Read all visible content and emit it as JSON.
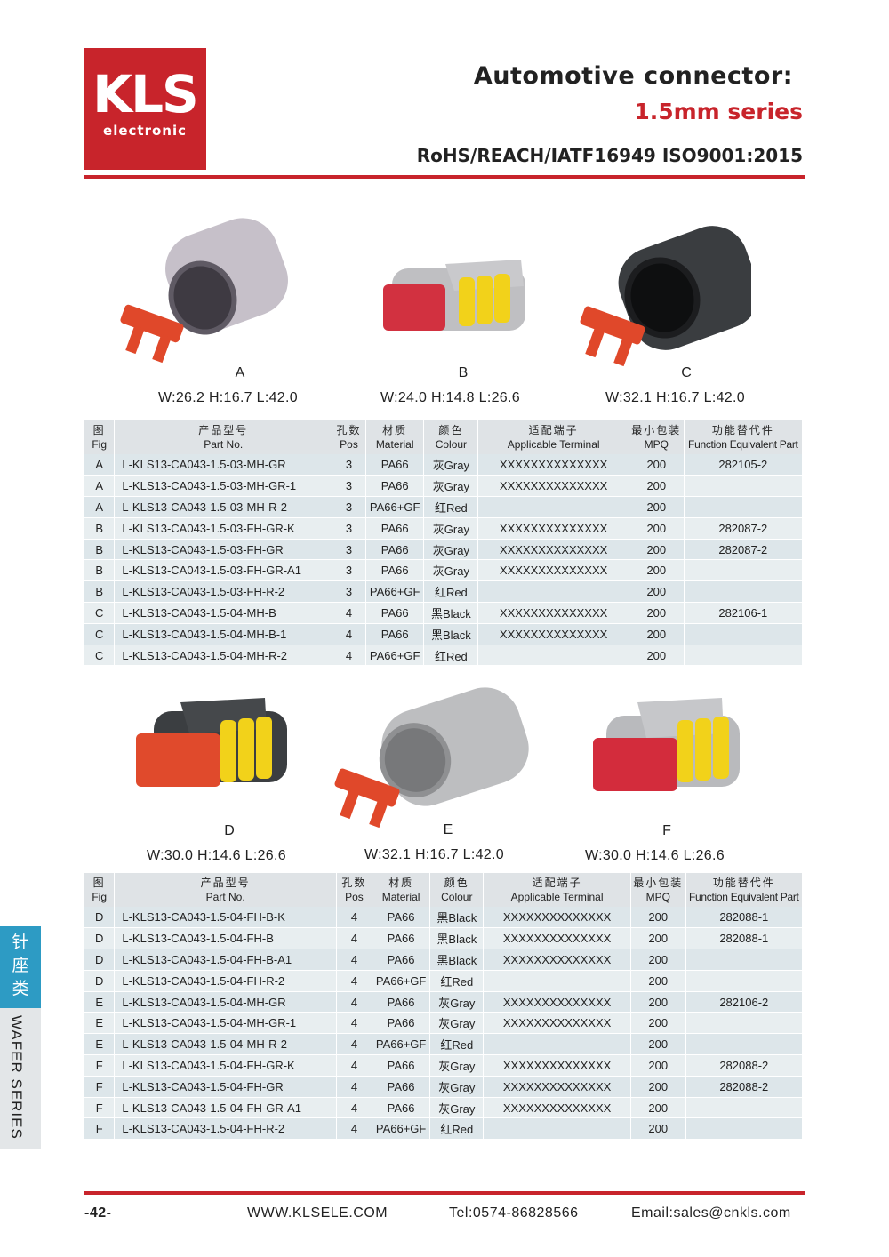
{
  "brand": {
    "logo_mark": "KLS",
    "logo_sub": "electronic",
    "accent": "#c8242b"
  },
  "header": {
    "title": "Automotive connector:",
    "subtitle": "1.5mm series",
    "certifications": "RoHS/REACH/IATF16949 ISO9001:2015"
  },
  "figures_top": [
    {
      "label": "A",
      "dims": "W:26.2  H:16.7   L:42.0"
    },
    {
      "label": "B",
      "dims": "W:24.0   H:14.8   L:26.6"
    },
    {
      "label": "C",
      "dims": "W:32.1  H:16.7   L:42.0"
    }
  ],
  "figures_bottom": [
    {
      "label": "D",
      "dims": "W:30.0  H:14.6   L:26.6"
    },
    {
      "label": "E",
      "dims": "W:32.1    H:16.7   L:42.0"
    },
    {
      "label": "F",
      "dims": "W:30.0  H:14.6   L:26.6"
    }
  ],
  "table_headers": {
    "fig_cn": "图",
    "fig_en": "Fig",
    "part_cn": "产品型号",
    "part_en": "Part No.",
    "pos_cn": "孔数",
    "pos_en": "Pos",
    "mat_cn": "材质",
    "mat_en": "Material",
    "col_cn": "颜色",
    "col_en": "Colour",
    "term_cn": "适配端子",
    "term_en": "Applicable Terminal",
    "mpq_cn": "最小包装",
    "mpq_en": "MPQ",
    "func_cn": "功能替代件",
    "func_en": "Function Equivalent Part"
  },
  "table_top": [
    {
      "fig": "A",
      "part": "L-KLS13-CA043-1.5-03-MH-GR",
      "pos": "3",
      "material": "PA66",
      "colour": "灰Gray",
      "terminal": "XXXXXXXXXXXXXX",
      "mpq": "200",
      "equiv": "282105-2"
    },
    {
      "fig": "A",
      "part": "L-KLS13-CA043-1.5-03-MH-GR-1",
      "pos": "3",
      "material": "PA66",
      "colour": "灰Gray",
      "terminal": "XXXXXXXXXXXXXX",
      "mpq": "200",
      "equiv": ""
    },
    {
      "fig": "A",
      "part": "L-KLS13-CA043-1.5-03-MH-R-2",
      "pos": "3",
      "material": "PA66+GF",
      "colour": "红Red",
      "terminal": "",
      "mpq": "200",
      "equiv": ""
    },
    {
      "fig": "B",
      "part": "L-KLS13-CA043-1.5-03-FH-GR-K",
      "pos": "3",
      "material": "PA66",
      "colour": "灰Gray",
      "terminal": "XXXXXXXXXXXXXX",
      "mpq": "200",
      "equiv": "282087-2"
    },
    {
      "fig": "B",
      "part": "L-KLS13-CA043-1.5-03-FH-GR",
      "pos": "3",
      "material": "PA66",
      "colour": "灰Gray",
      "terminal": "XXXXXXXXXXXXXX",
      "mpq": "200",
      "equiv": "282087-2"
    },
    {
      "fig": "B",
      "part": "L-KLS13-CA043-1.5-03-FH-GR-A1",
      "pos": "3",
      "material": "PA66",
      "colour": "灰Gray",
      "terminal": "XXXXXXXXXXXXXX",
      "mpq": "200",
      "equiv": ""
    },
    {
      "fig": "B",
      "part": "L-KLS13-CA043-1.5-03-FH-R-2",
      "pos": "3",
      "material": "PA66+GF",
      "colour": "红Red",
      "terminal": "",
      "mpq": "200",
      "equiv": ""
    },
    {
      "fig": "C",
      "part": "L-KLS13-CA043-1.5-04-MH-B",
      "pos": "4",
      "material": "PA66",
      "colour": "黑Black",
      "terminal": "XXXXXXXXXXXXXX",
      "mpq": "200",
      "equiv": "282106-1"
    },
    {
      "fig": "C",
      "part": "L-KLS13-CA043-1.5-04-MH-B-1",
      "pos": "4",
      "material": "PA66",
      "colour": "黑Black",
      "terminal": "XXXXXXXXXXXXXX",
      "mpq": "200",
      "equiv": ""
    },
    {
      "fig": "C",
      "part": "L-KLS13-CA043-1.5-04-MH-R-2",
      "pos": "4",
      "material": "PA66+GF",
      "colour": "红Red",
      "terminal": "",
      "mpq": "200",
      "equiv": ""
    }
  ],
  "table_bottom": [
    {
      "fig": "D",
      "part": "L-KLS13-CA043-1.5-04-FH-B-K",
      "pos": "4",
      "material": "PA66",
      "colour": "黑Black",
      "terminal": "XXXXXXXXXXXXXX",
      "mpq": "200",
      "equiv": "282088-1"
    },
    {
      "fig": "D",
      "part": "L-KLS13-CA043-1.5-04-FH-B",
      "pos": "4",
      "material": "PA66",
      "colour": "黑Black",
      "terminal": "XXXXXXXXXXXXXX",
      "mpq": "200",
      "equiv": "282088-1"
    },
    {
      "fig": "D",
      "part": "L-KLS13-CA043-1.5-04-FH-B-A1",
      "pos": "4",
      "material": "PA66",
      "colour": "黑Black",
      "terminal": "XXXXXXXXXXXXXX",
      "mpq": "200",
      "equiv": ""
    },
    {
      "fig": "D",
      "part": "L-KLS13-CA043-1.5-04-FH-R-2",
      "pos": "4",
      "material": "PA66+GF",
      "colour": "红Red",
      "terminal": "",
      "mpq": "200",
      "equiv": ""
    },
    {
      "fig": "E",
      "part": "L-KLS13-CA043-1.5-04-MH-GR",
      "pos": "4",
      "material": "PA66",
      "colour": "灰Gray",
      "terminal": "XXXXXXXXXXXXXX",
      "mpq": "200",
      "equiv": "282106-2"
    },
    {
      "fig": "E",
      "part": "L-KLS13-CA043-1.5-04-MH-GR-1",
      "pos": "4",
      "material": "PA66",
      "colour": "灰Gray",
      "terminal": "XXXXXXXXXXXXXX",
      "mpq": "200",
      "equiv": ""
    },
    {
      "fig": "E",
      "part": "L-KLS13-CA043-1.5-04-MH-R-2",
      "pos": "4",
      "material": "PA66+GF",
      "colour": "红Red",
      "terminal": "",
      "mpq": "200",
      "equiv": ""
    },
    {
      "fig": "F",
      "part": "L-KLS13-CA043-1.5-04-FH-GR-K",
      "pos": "4",
      "material": "PA66",
      "colour": "灰Gray",
      "terminal": "XXXXXXXXXXXXXX",
      "mpq": "200",
      "equiv": "282088-2"
    },
    {
      "fig": "F",
      "part": "L-KLS13-CA043-1.5-04-FH-GR",
      "pos": "4",
      "material": "PA66",
      "colour": "灰Gray",
      "terminal": "XXXXXXXXXXXXXX",
      "mpq": "200",
      "equiv": "282088-2"
    },
    {
      "fig": "F",
      "part": "L-KLS13-CA043-1.5-04-FH-GR-A1",
      "pos": "4",
      "material": "PA66",
      "colour": "灰Gray",
      "terminal": "XXXXXXXXXXXXXX",
      "mpq": "200",
      "equiv": ""
    },
    {
      "fig": "F",
      "part": "L-KLS13-CA043-1.5-04-FH-R-2",
      "pos": "4",
      "material": "PA66+GF",
      "colour": "红Red",
      "terminal": "",
      "mpq": "200",
      "equiv": ""
    }
  ],
  "side_tab": {
    "cn": "针座类",
    "en": "WAFER SERIES",
    "color": "#2d9bc4"
  },
  "footer": {
    "page": "-42-",
    "website": "WWW.KLSELE.COM",
    "tel": "Tel:0574-86828566",
    "email": "Email:sales@cnkls.com"
  }
}
